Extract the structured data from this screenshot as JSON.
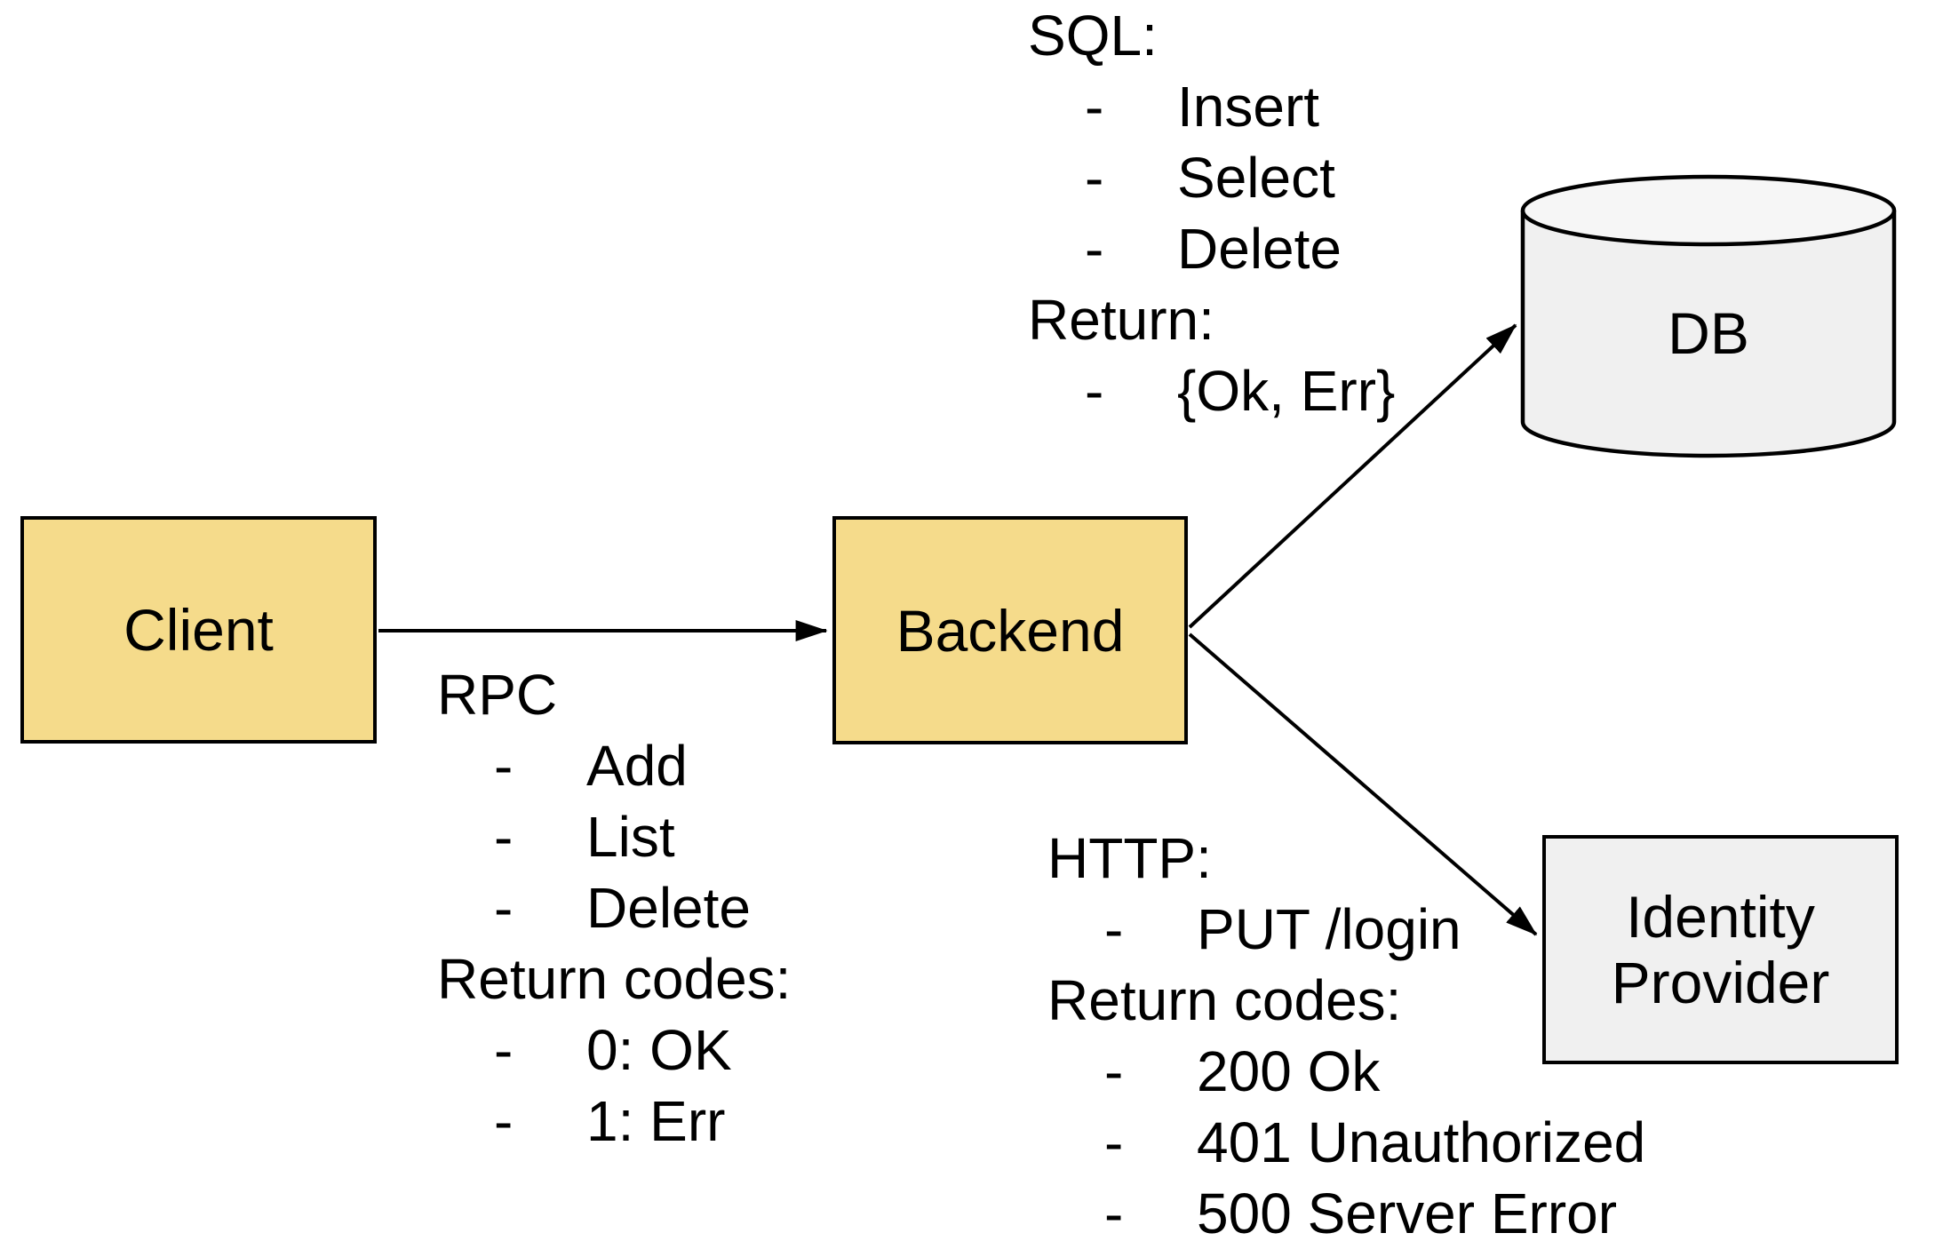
{
  "diagram": {
    "bullet": "-",
    "nodes": {
      "client": {
        "label": "Client"
      },
      "backend": {
        "label": "Backend"
      },
      "db": {
        "label": "DB"
      },
      "idp": {
        "label_line1": "Identity",
        "label_line2": "Provider"
      }
    },
    "rpc": {
      "heading": "RPC",
      "methods": [
        "Add",
        "List",
        "Delete"
      ],
      "returns_heading": "Return codes:",
      "returns": [
        "0: OK",
        "1: Err"
      ]
    },
    "sql": {
      "heading": "SQL:",
      "methods": [
        "Insert",
        "Select",
        "Delete"
      ],
      "returns_heading": "Return:",
      "returns": [
        "{Ok, Err}"
      ]
    },
    "http": {
      "heading": "HTTP:",
      "methods": [
        "PUT /login"
      ],
      "returns_heading": "Return codes:",
      "returns": [
        "200 Ok",
        "401 Unauthorized",
        "500 Server Error"
      ]
    },
    "colors": {
      "node_fill_yellow": "#F5DB8B",
      "node_fill_gray": "#F0F0F0",
      "cylinder_top_fill": "#F6F6F6",
      "stroke": "#000000",
      "background": "#FFFFFF"
    }
  }
}
